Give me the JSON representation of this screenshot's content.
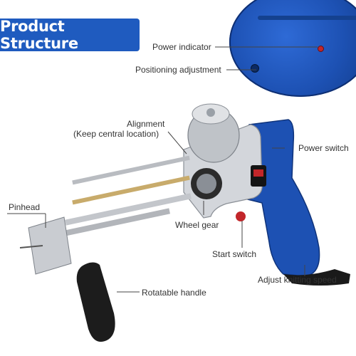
{
  "banner": {
    "title": "Product Structure"
  },
  "labels": {
    "power_indicator": "Power indicator",
    "positioning_adjustment": "Positioning adjustment",
    "alignment": "Alignment",
    "keep_central": "(Keep central location)",
    "power_switch": "Power switch",
    "pinhead": "Pinhead",
    "wheel_gear": "Wheel gear",
    "start_switch": "Start switch",
    "adjust_speed": "Adjust knitting speed",
    "rotatable_handle": "Rotatable handle"
  },
  "colors": {
    "banner": "#1f5bbf",
    "gun_body": "#1d51b3",
    "metal": "#c9ccd1",
    "indicator": "#c2262a"
  }
}
